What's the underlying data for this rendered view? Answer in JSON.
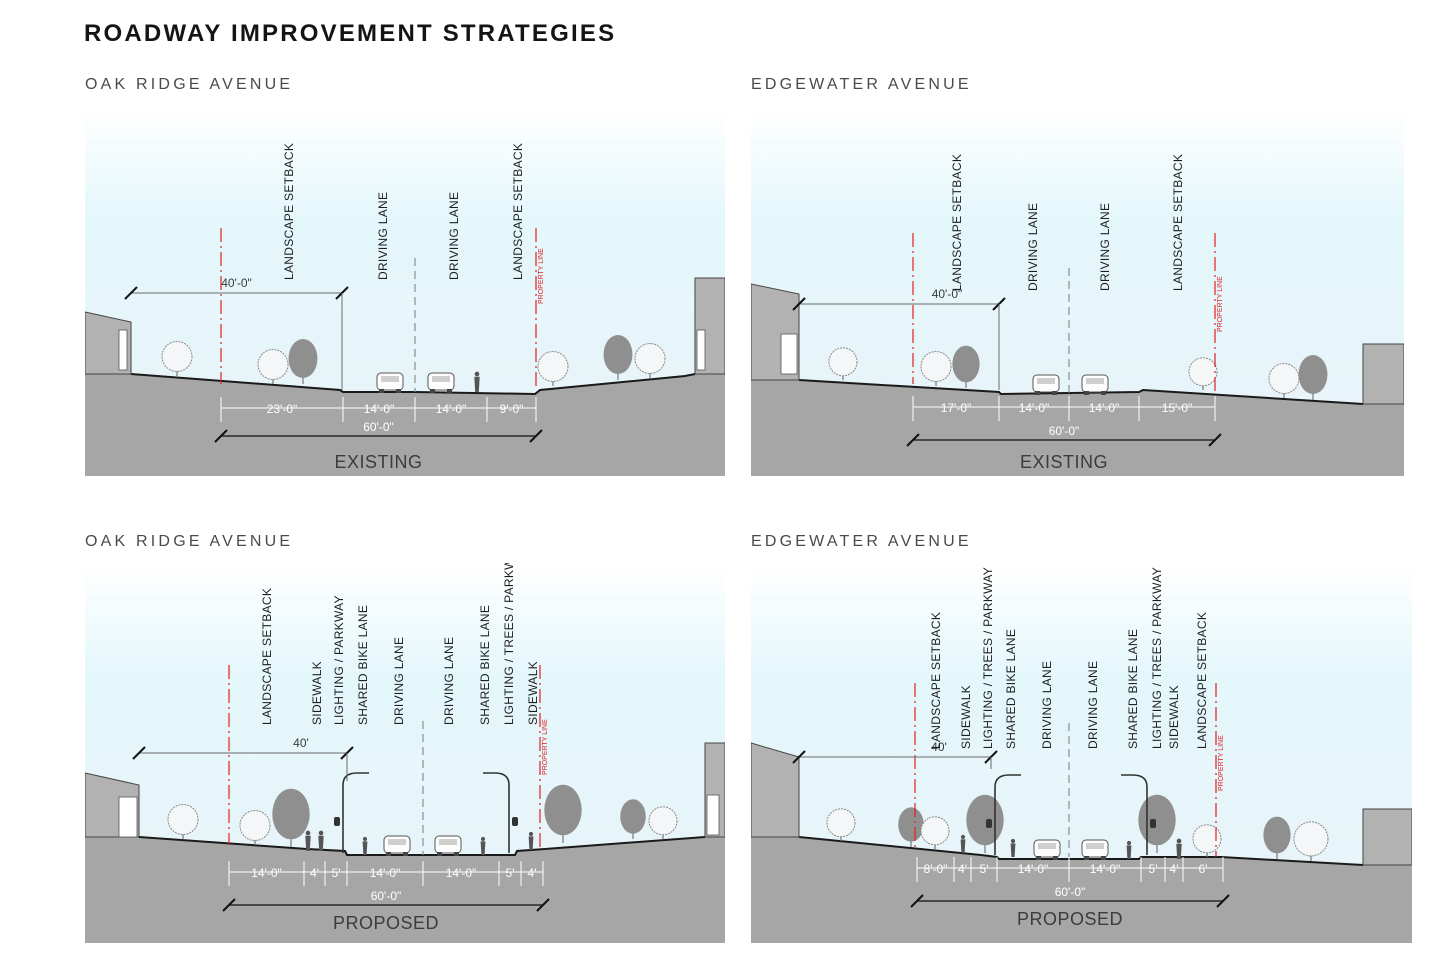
{
  "title": "ROADWAY IMPROVEMENT STRATEGIES",
  "colors": {
    "sky_top": "#e4f7fb",
    "sky_bottom": "#e9f3f8",
    "ground": "#a6a6a6",
    "building": "#b2b2b2",
    "property_line": "#e02020",
    "dim_line": "#2a2a2a",
    "centerline": "#8e8e8e",
    "tree_dark": "#8f8f8f",
    "tree_light": "#c9c9c9"
  },
  "panels": [
    {
      "id": "oak-existing",
      "street": "OAK RIDGE AVENUE",
      "phase": "EXISTING",
      "total_width": "60'-0\"",
      "top_dimension": "40'-0\"",
      "property_line_label": "PROPERTY LINE",
      "zones": [
        "LANDSCAPE SETBACK",
        "DRIVING LANE",
        "DRIVING LANE",
        "LANDSCAPE SETBACK"
      ],
      "dimensions": [
        "23'-0\"",
        "14'-0\"",
        "14'-0\"",
        "9'-0\""
      ]
    },
    {
      "id": "edge-existing",
      "street": "EDGEWATER AVENUE",
      "phase": "EXISTING",
      "total_width": "60'-0\"",
      "top_dimension": "40'-0\"",
      "property_line_label": "PROPERTY LINE",
      "zones": [
        "LANDSCAPE SETBACK",
        "DRIVING LANE",
        "DRIVING LANE",
        "LANDSCAPE SETBACK"
      ],
      "dimensions": [
        "17'-0\"",
        "14'-0\"",
        "14'-0\"",
        "15'-0\""
      ]
    },
    {
      "id": "oak-proposed",
      "street": "OAK RIDGE AVENUE",
      "phase": "PROPOSED",
      "total_width": "60'-0\"",
      "top_dimension": "40'",
      "property_line_label": "PROPERTY LINE",
      "zones": [
        "LANDSCAPE SETBACK",
        "SIDEWALK",
        "LIGHTING / PARKWAY",
        "SHARED BIKE LANE",
        "DRIVING LANE",
        "DRIVING LANE",
        "SHARED BIKE LANE",
        "LIGHTING / TREES / PARKWAY",
        "SIDEWALK"
      ],
      "dimensions": [
        "14'-0\"",
        "4'",
        "5'",
        "14'-0\"",
        "14'-0\"",
        "5'",
        "4'"
      ]
    },
    {
      "id": "edge-proposed",
      "street": "EDGEWATER AVENUE",
      "phase": "PROPOSED",
      "total_width": "60'-0\"",
      "top_dimension": "40'",
      "property_line_label": "PROPERTY LINE",
      "zones": [
        "LANDSCAPE SETBACK",
        "SIDEWALK",
        "LIGHTING / TREES / PARKWAY",
        "SHARED BIKE LANE",
        "DRIVING LANE",
        "DRIVING LANE",
        "SHARED BIKE LANE",
        "LIGHTING / TREES / PARKWAY",
        "SIDEWALK",
        "LANDSCAPE SETBACK"
      ],
      "dimensions": [
        "8'-0\"",
        "4'",
        "5'",
        "14'-0\"",
        "14'-0\"",
        "5'",
        "4'",
        "6'"
      ]
    }
  ]
}
